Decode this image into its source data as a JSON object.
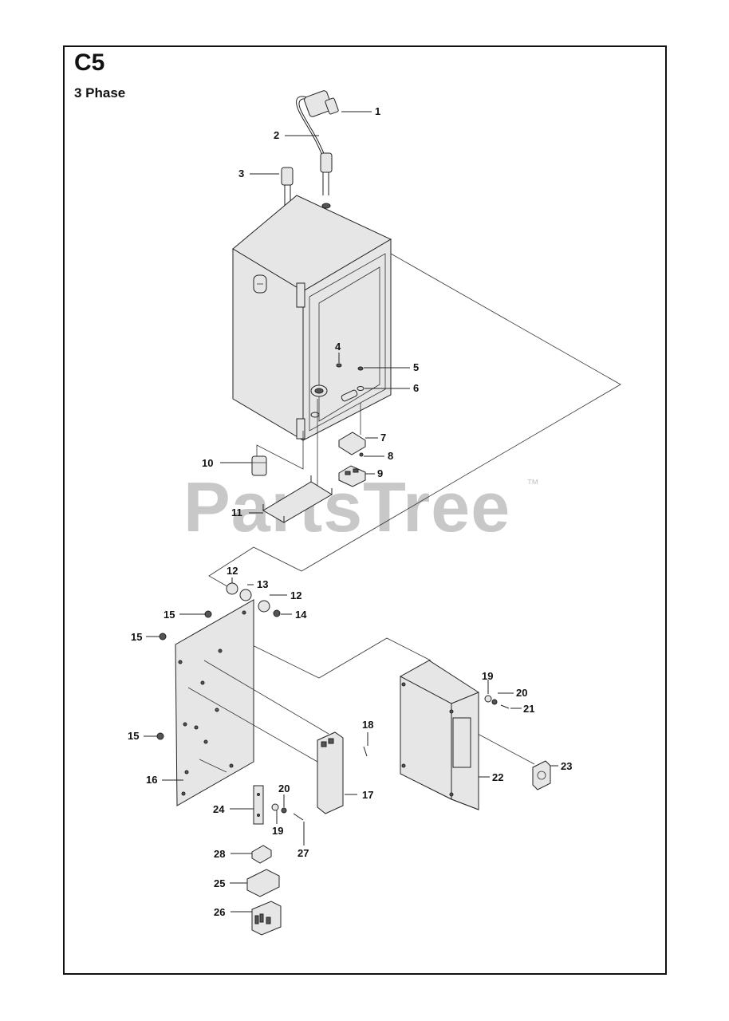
{
  "page": {
    "title": "C5",
    "subtitle": "3 Phase",
    "watermark": "PartsTree",
    "trademark": "™"
  },
  "callouts": [
    "1",
    "2",
    "3",
    "4",
    "5",
    "6",
    "7",
    "8",
    "9",
    "10",
    "11",
    "12",
    "13",
    "12",
    "15",
    "14",
    "15",
    "15",
    "16",
    "17",
    "18",
    "19",
    "20",
    "21",
    "22",
    "23",
    "24",
    "20",
    "19",
    "27",
    "28",
    "25",
    "26"
  ]
}
